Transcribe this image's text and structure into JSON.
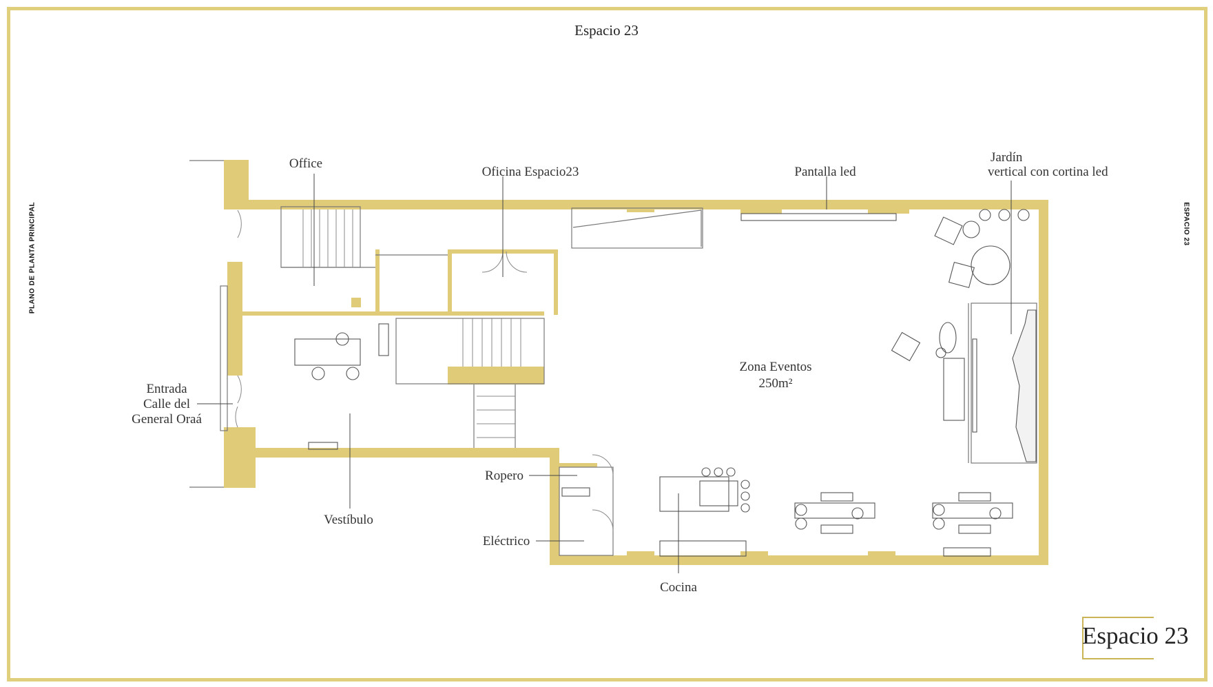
{
  "header": {
    "title": "Espacio 23"
  },
  "side_labels": {
    "left": "PLANO DE PLANTA PRINCIPAL",
    "right": "ESPACIO 23"
  },
  "rooms": {
    "office": "Office",
    "oficina": "Oficina Espacio23",
    "pantalla": "Pantalla  led",
    "jardin_line1": "Jardín",
    "jardin_line2": "vertical con cortina led",
    "entrada_line1": "Entrada",
    "entrada_line2": "Calle del",
    "entrada_line3": "General Oraá",
    "zona_line1": "Zona Eventos",
    "zona_line2": "250m²",
    "ropero": "Ropero",
    "electrico": "Eléctrico",
    "vestibulo": "Vestíbulo",
    "cocina": "Cocina"
  },
  "logo": {
    "text": "Espacio 23"
  },
  "colors": {
    "wall": "#e0cb78",
    "frame": "#e0cf7d",
    "line": "#555555"
  }
}
